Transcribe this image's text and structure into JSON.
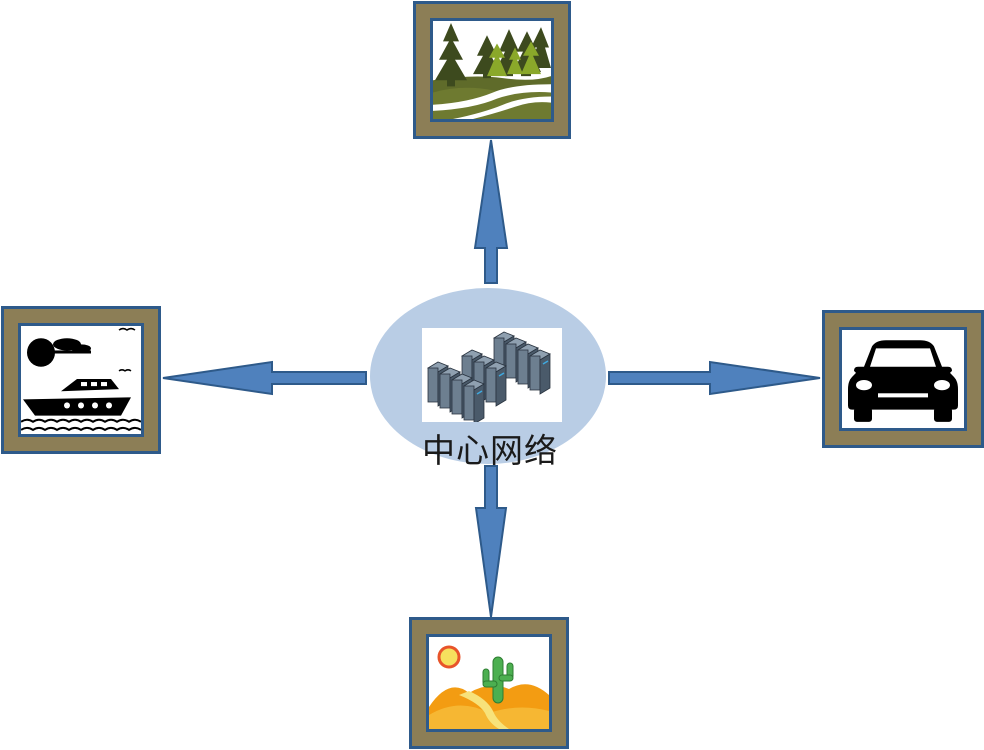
{
  "hub": {
    "label": "中心网络",
    "icon": "server-racks-icon"
  },
  "nodes": [
    {
      "id": "forest",
      "icon": "forest-icon",
      "direction": "up"
    },
    {
      "id": "ship",
      "icon": "ship-icon",
      "direction": "left"
    },
    {
      "id": "car",
      "icon": "car-icon",
      "direction": "right"
    },
    {
      "id": "desert",
      "icon": "desert-cactus-icon",
      "direction": "down"
    }
  ],
  "colors": {
    "arrow_fill": "#4f81bd",
    "arrow_stroke": "#2e5a8a",
    "hub_fill": "#b9cde5",
    "frame_outer": "#8c7e56",
    "frame_border": "#2e5a8a"
  }
}
